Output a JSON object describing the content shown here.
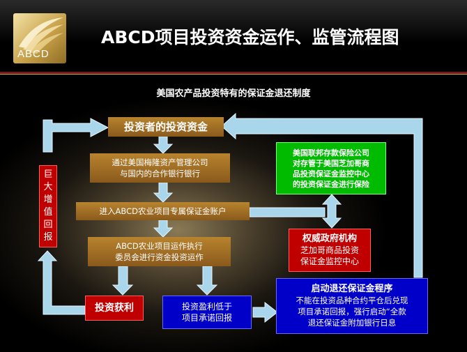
{
  "header": {
    "title": "ABCD项目投资资金运作、监管流程图",
    "logo_text": "ABCD"
  },
  "subtitle": "美国农产品投资特有的保证金退还制度",
  "nodes": {
    "investor_funds": "投资者的投资资金",
    "transfer": {
      "line1": "通过美国梅隆资产管理公司",
      "line2": "与国内的合作银行银行"
    },
    "margin_account": "进入ABCD农业项目专属保证金账户",
    "committee": {
      "line1": "ABCD农业项目运作执行",
      "line2": "委员会进行资金投资运作"
    },
    "profit": "投资获利",
    "low_profit": {
      "line1": "投资盈利低于",
      "line2": "项目承诺回报"
    },
    "fdic": {
      "line1": "美国联邦存款保险公司",
      "line2": "对存管于美国芝加哥商",
      "line3": "品投资保证金监控中心",
      "line4": "的投资保证金进行保险"
    },
    "authority": {
      "title": "权威政府机构",
      "line1": "芝加哥商品投资",
      "line2": "保证金监控中心"
    },
    "refund": {
      "title": "启动退还保证金程序",
      "line1": "不能在投资品种合约平仓后兑现",
      "line2": "项目承诺回报，强行启动“全款",
      "line3": "退还保证金附加银行日息"
    },
    "return": [
      "巨",
      "大",
      "增",
      "值",
      "回",
      "报"
    ]
  }
}
